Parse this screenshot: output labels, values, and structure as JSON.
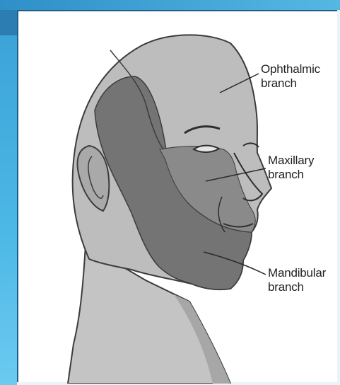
{
  "figure": {
    "labels": {
      "ophthalmic": {
        "line1": "Ophthalmic",
        "line2": "branch"
      },
      "maxillary": {
        "line1": "Maxillary",
        "line2": "branch"
      },
      "mandibular": {
        "line1": "Mandibular",
        "line2": "branch"
      }
    }
  },
  "colors": {
    "frame_band": "#3aa0d6",
    "head_light": "#b9b9b9",
    "region_dark": "#6f6f6f",
    "outline": "#3c3c3c"
  }
}
